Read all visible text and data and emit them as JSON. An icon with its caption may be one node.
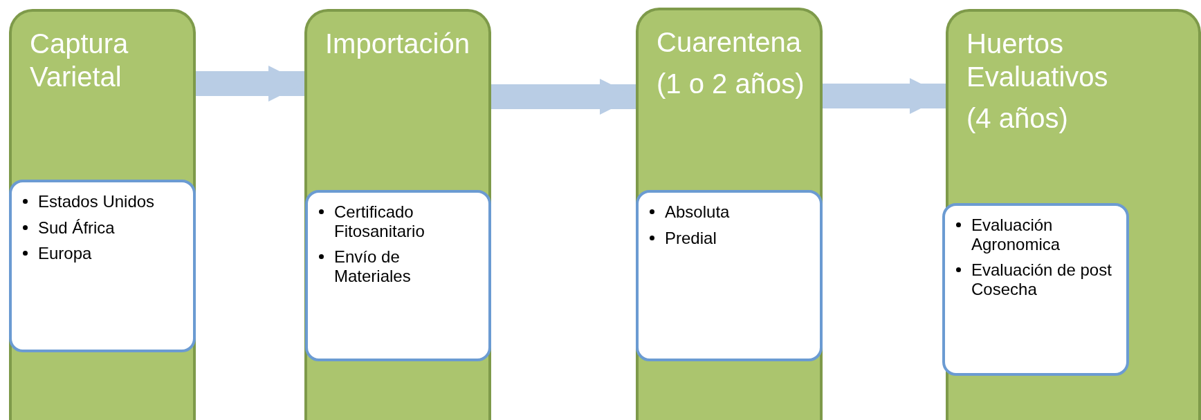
{
  "diagram": {
    "nodes": [
      {
        "text": [
          "Captura Varietal"
        ]
      },
      {
        "text": [
          "Estados Unidos",
          "Sud África",
          "Europa"
        ],
        "in": 0
      },
      {
        "text": [
          "Importación"
        ]
      },
      {
        "text": [
          "Certificado Fitosanitario",
          "Envío de Materiales"
        ],
        "in": 2
      },
      {
        "text": [
          "Cuarentena",
          "(1 o 2 años)"
        ]
      },
      {
        "text": [
          "Absoluta",
          "Predial"
        ],
        "in": 4
      },
      {
        "text": [
          "Huertos Evaluativos",
          "(4 años)"
        ]
      },
      {
        "text": [
          "Evaluación Agronomica",
          "Evaluación de post Cosecha"
        ],
        "in": 6
      }
    ],
    "edges": [
      {
        "from": 0,
        "to": 2,
        "arrow": "to"
      },
      {
        "from": 2,
        "to": 4,
        "arrow": "to"
      },
      {
        "from": 4,
        "to": 6,
        "arrow": "to"
      }
    ]
  }
}
